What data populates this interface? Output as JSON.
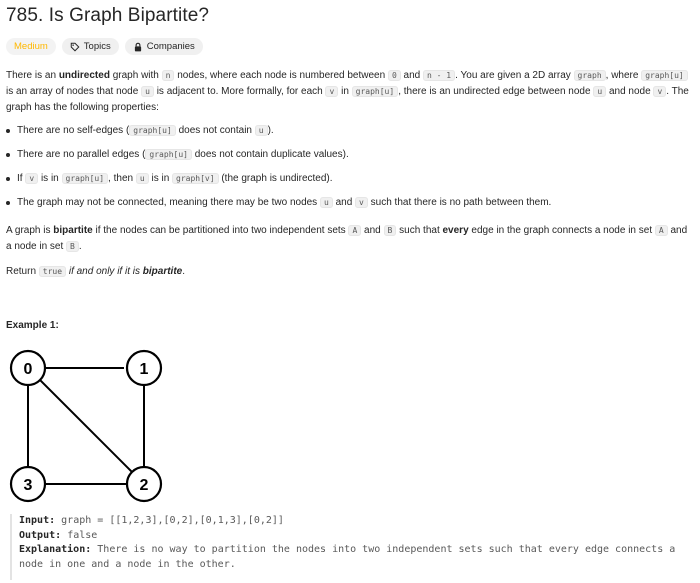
{
  "problem": {
    "title": "785. Is Graph Bipartite?",
    "tags": {
      "difficulty": "Medium",
      "topics": "Topics",
      "companies": "Companies"
    },
    "description": {
      "s1": "There is an ",
      "s2": "undirected",
      "s3": " graph with ",
      "c_n": "n",
      "s4": " nodes, where each node is numbered between ",
      "c_0": "0",
      "s5": " and ",
      "c_n1": "n - 1",
      "s6": ". You are given a 2D array ",
      "c_graph": "graph",
      "s7": ", where ",
      "c_graphu": "graph[u]",
      "s8": " is an array of nodes that node ",
      "c_u": "u",
      "s9": " is adjacent to. More formally, for each ",
      "c_v": "v",
      "s10": " in ",
      "c_graphu2": "graph[u]",
      "s11": ", there is an undirected edge between node ",
      "c_u2": "u",
      "s12": " and node ",
      "c_v2": "v",
      "s13": ". The graph has the following properties:"
    },
    "properties": [
      {
        "a": "There are no self-edges (",
        "c1": "graph[u]",
        "b": " does not contain ",
        "c2": "u",
        "d": ")."
      },
      {
        "a": "There are no parallel edges (",
        "c1": "graph[u]",
        "b": " does not contain duplicate values)."
      },
      {
        "a": "If ",
        "c1": "v",
        "b": " is in ",
        "c2": "graph[u]",
        "d": ", then ",
        "c3": "u",
        "e": " is in ",
        "c4": "graph[v]",
        "f": " (the graph is undirected)."
      },
      {
        "a": "The graph may not be connected, meaning there may be two nodes ",
        "c1": "u",
        "b": " and ",
        "c2": "v",
        "d": " such that there is no path between them."
      }
    ],
    "bipartite": {
      "s1": "A graph is ",
      "s2": "bipartite",
      "s3": " if the nodes can be partitioned into two independent sets ",
      "c_a": "A",
      "s4": " and ",
      "c_b": "B",
      "s5": " such that ",
      "s6": "every",
      "s7": " edge in the graph connects a node in set ",
      "c_a2": "A",
      "s8": " and a node in set ",
      "c_b2": "B",
      "s9": "."
    },
    "return": {
      "s1": "Return ",
      "c_true": "true",
      "s2": " if and only if it is ",
      "s3": "bipartite",
      "s4": "."
    },
    "example": {
      "title": "Example 1:",
      "nodes": [
        "0",
        "1",
        "2",
        "3"
      ],
      "input_label": "Input:",
      "input_value": "graph = [[1,2,3],[0,2],[0,1,3],[0,2]]",
      "output_label": "Output:",
      "output_value": "false",
      "explanation_label": "Explanation:",
      "explanation_value": "There is no way to partition the nodes into two independent sets such that every edge connects a node in one and a node in the other."
    }
  }
}
